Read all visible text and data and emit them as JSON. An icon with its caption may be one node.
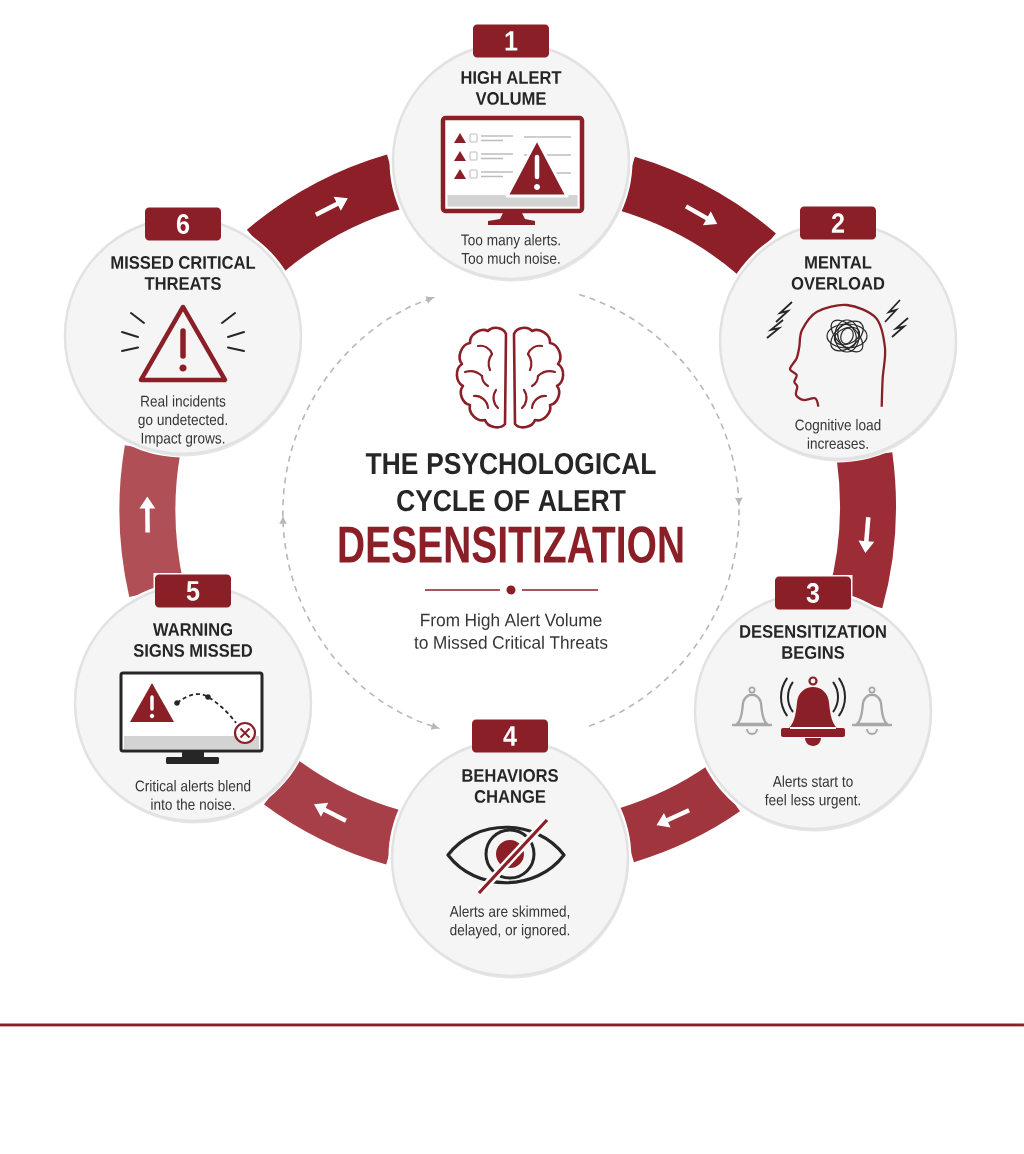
{
  "diagram": {
    "title": "THE PSYCHOLOGICAL CYCLE OF ALERT **DESENSITIZATION**",
    "nodes": [
      {
        "text": [
          "1",
          "HIGH ALERT VOLUME",
          "Too many alerts. Too much noise."
        ]
      },
      {
        "text": [
          "2",
          "MENTAL OVERLOAD",
          "Cognitive load increases."
        ]
      },
      {
        "text": [
          "3",
          "DESENSITIZATION BEGINS",
          "Alerts start to feel less urgent."
        ]
      },
      {
        "text": [
          "4",
          "BEHAVIORS CHANGE",
          "Alerts are skimmed, delayed, or ignored."
        ]
      },
      {
        "text": [
          "5",
          "WARNING SIGNS MISSED",
          "Critical alerts blend into the noise."
        ]
      },
      {
        "text": [
          "6",
          "MISSED CRITICAL THREATS",
          "Real incidents go undetected. Impact grows."
        ]
      }
    ],
    "edges": [
      {
        "from": 0,
        "to": 1,
        "arrow": "to"
      },
      {
        "from": 1,
        "to": 2,
        "arrow": "to",
        "color": "#9c2d36"
      },
      {
        "from": 2,
        "to": 3,
        "arrow": "to",
        "color": "#a0353d"
      },
      {
        "from": 3,
        "to": 4,
        "arrow": "to",
        "color": "#a63f47"
      },
      {
        "from": 4,
        "to": 5,
        "arrow": "to",
        "color": "#b14f57"
      },
      {
        "from": 5,
        "to": 0,
        "arrow": "to"
      }
    ],
    "labels": [
      "From High Alert Volume to Missed Critical Threats"
    ]
  }
}
